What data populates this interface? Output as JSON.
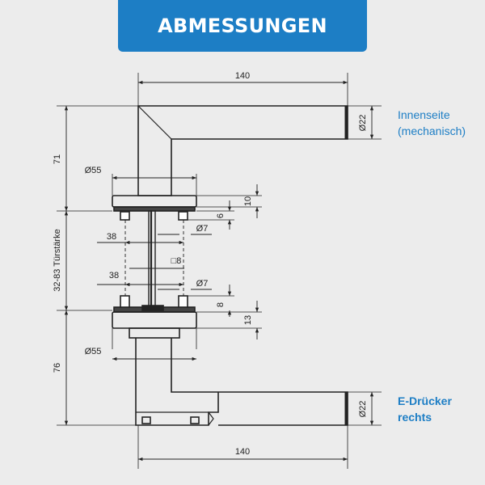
{
  "header": {
    "title": "ABMESSUNGEN"
  },
  "labels": {
    "inside_line1": "Innenseite",
    "inside_line2": "(mechanisch)",
    "edruecker_line1": "E-Drücker",
    "edruecker_line2": "rechts"
  },
  "dimensions": {
    "width_top": "140",
    "width_bottom": "140",
    "lever_dia_top": "Ø22",
    "lever_dia_bottom": "Ø22",
    "height_top": "71",
    "height_bottom": "76",
    "door_thickness": "32-83 Türstärke",
    "rose_dia_top": "Ø55",
    "rose_dia_bottom": "Ø55",
    "rose_height_top": "10",
    "rose_height_bottom": "13",
    "screw_offset_top": "6",
    "screw_offset_bottom": "8",
    "screw_spacing_top": "38",
    "screw_spacing_bottom": "38",
    "screw_dia_top": "Ø7",
    "screw_dia_bottom": "Ø7",
    "spindle": "□8"
  },
  "colors": {
    "accent": "#1d7ec5",
    "line": "#222222",
    "background": "#ececec"
  }
}
